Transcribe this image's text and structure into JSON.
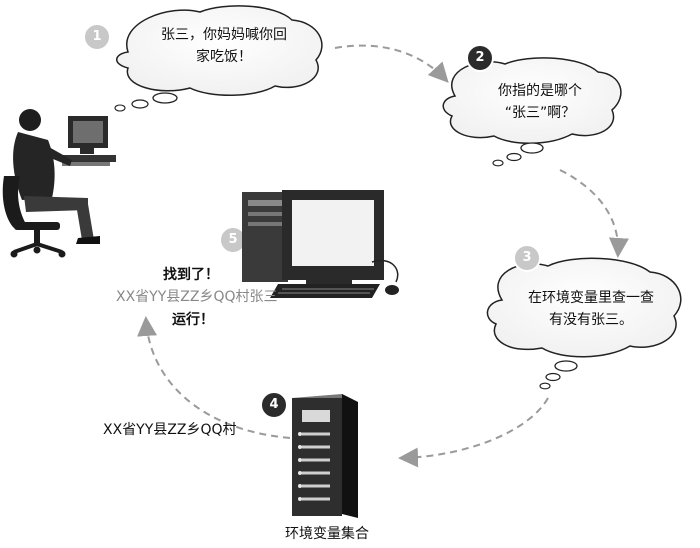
{
  "steps": {
    "s1": {
      "num": "1",
      "line1": "张三，你妈妈喊你回",
      "line2": "家吃饭！"
    },
    "s2": {
      "num": "2",
      "line1": "你指的是哪个",
      "line2": "“张三”啊？"
    },
    "s3": {
      "num": "3",
      "line1": "在环境变量里查一查",
      "line2": "有没有张三。"
    },
    "s4": {
      "num": "4",
      "label": "XX省YY县ZZ乡QQ村"
    },
    "s5": {
      "num": "5",
      "found": "找到了！",
      "path": "XX省YY县ZZ乡QQ村张三",
      "run": "运行！"
    }
  },
  "server_caption": "环境变量集合",
  "colors": {
    "light_badge": "#c8c8c8",
    "dark_badge": "#2b2b2b",
    "arrow": "#9a9a9a"
  }
}
